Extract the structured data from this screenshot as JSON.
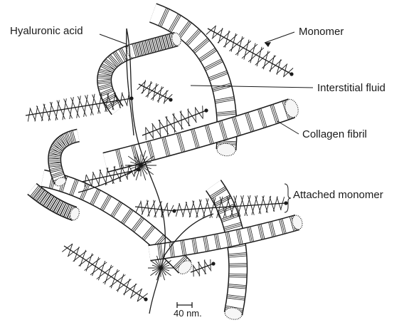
{
  "labels": {
    "hyaluronic_acid": "Hyaluronic acid",
    "monomer": "Monomer",
    "interstitial_fluid": "Interstitial fluid",
    "collagen_fibril": "Collagen fibril",
    "attached_monomer": "Attached monomer"
  },
  "scale_bar": {
    "text": "40 nm."
  },
  "colors": {
    "ink": "#1a1a1a",
    "fibril_fill": "#ffffff",
    "background": "#ffffff"
  }
}
